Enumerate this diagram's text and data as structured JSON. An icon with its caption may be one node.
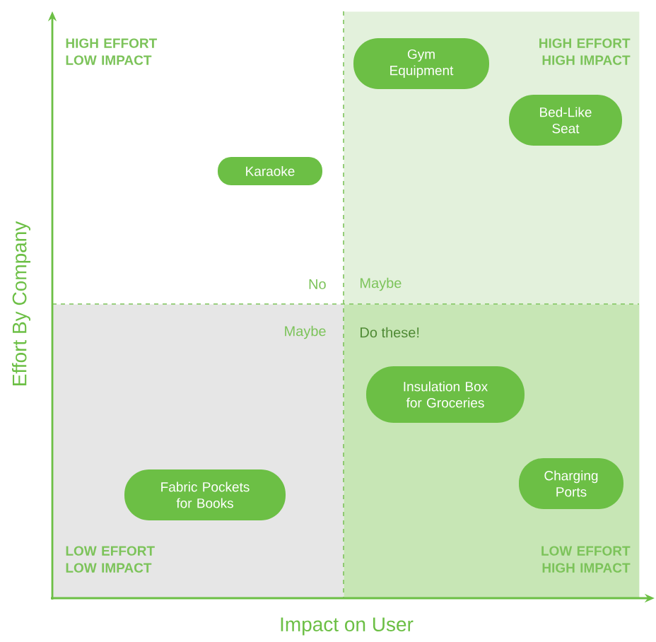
{
  "diagram": {
    "nodes": [
      {
        "text": [
          "HIGH EFFORT LOW IMPACT",
          "No"
        ]
      },
      {
        "text": [
          "HIGH EFFORT HIGH IMPACT",
          "Maybe"
        ]
      },
      {
        "text": [
          "LOW EFFORT LOW IMPACT",
          "Maybe"
        ]
      },
      {
        "text": [
          "LOW EFFORT HIGH IMPACT",
          "Do these!"
        ]
      },
      {
        "text": [
          "Gym Equipment"
        ],
        "in": 1
      },
      {
        "text": [
          "Bed-Like Seat"
        ],
        "in": 1
      },
      {
        "text": [
          "Karaoke"
        ],
        "in": 0
      },
      {
        "text": [
          "Insulation Box for Groceries"
        ],
        "in": 3
      },
      {
        "text": [
          "Charging Ports"
        ],
        "in": 3
      },
      {
        "text": [
          "Fabric Pockets for Books"
        ],
        "in": 2
      }
    ],
    "labels": [
      "Effort By Company",
      "Impact on User"
    ]
  }
}
